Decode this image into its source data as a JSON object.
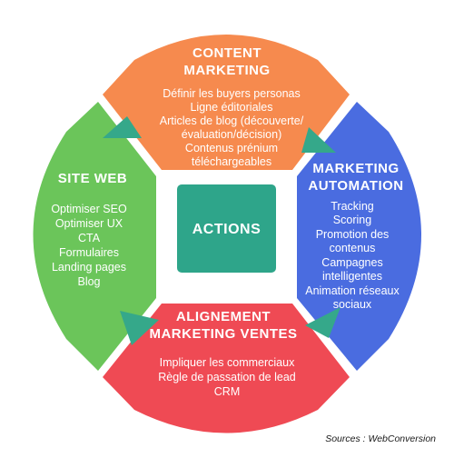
{
  "colors": {
    "orange": "#F68A4E",
    "green": "#6BC55A",
    "blue": "#4A6CE0",
    "red": "#EF4A54",
    "teal": "#2EA58A",
    "arrow": "#35A88A"
  },
  "top": {
    "title_line1": "CONTENT",
    "title_line2": "MARKETING",
    "items": [
      "Définir les buyers personas",
      "Ligne éditoriales",
      "Articles de blog (découverte/",
      "évaluation/décision)",
      "Contenus prénium",
      "téléchargeables"
    ]
  },
  "left": {
    "title": "SITE WEB",
    "items": [
      "Optimiser SEO",
      "Optimiser UX",
      "CTA",
      "Formulaires",
      "Landing pages",
      "Blog"
    ]
  },
  "right": {
    "title_line1": "MARKETING",
    "title_line2": "AUTOMATION",
    "items": [
      "Tracking",
      "Scoring",
      "Promotion des",
      "contenus",
      "Campagnes",
      "intelligentes",
      "Animation réseaux",
      "sociaux"
    ]
  },
  "bottom": {
    "title_line1": "ALIGNEMENT",
    "title_line2": "MARKETING VENTES",
    "items": [
      "Impliquer les commerciaux",
      "Règle de passation de lead",
      "CRM"
    ]
  },
  "center": {
    "label": "ACTIONS"
  },
  "source": "Sources : WebConversion"
}
